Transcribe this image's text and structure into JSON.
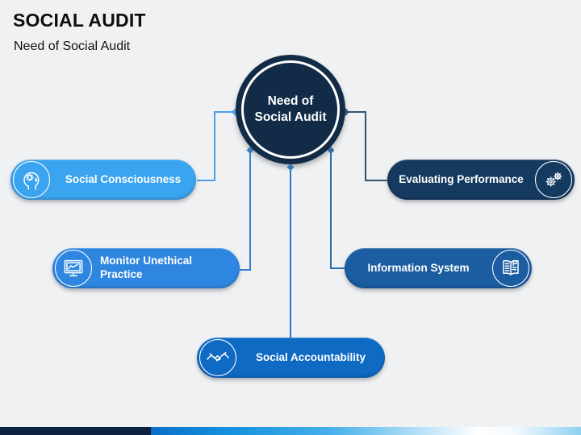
{
  "slide": {
    "title": "SOCIAL AUDIT",
    "subtitle": "Need of Social Audit"
  },
  "center": {
    "line1": "Need of",
    "line2": "Social Audit",
    "color": "#122c48"
  },
  "nodes": [
    {
      "id": "social-consciousness",
      "label": "Social Consciousness",
      "color": "#3aa4f0",
      "icon": "mind-gear-icon",
      "icon_side": "left"
    },
    {
      "id": "monitor-unethical-practice",
      "label": "Monitor Unethical Practice",
      "color": "#2f86e0",
      "icon": "monitor-chart-icon",
      "icon_side": "left"
    },
    {
      "id": "social-accountability",
      "label": "Social Accountability",
      "color": "#0f6ac4",
      "icon": "handshake-icon",
      "icon_side": "left"
    },
    {
      "id": "information-system",
      "label": "Information System",
      "color": "#1c5ca1",
      "icon": "open-book-icon",
      "icon_side": "right"
    },
    {
      "id": "evaluating-performance",
      "label": "Evaluating Performance",
      "color": "#153a60",
      "icon": "gears-icon",
      "icon_side": "right"
    }
  ],
  "connectors": {
    "left_color": "#4aa0e8",
    "right_color": "#32516f",
    "bottom_left_color": "#2f7fd0",
    "bottom_center_color": "#1f78cc",
    "bottom_right_color": "#2a6dae"
  },
  "footer": {
    "navy_color": "#0d2143",
    "gradient_start_color": "#0a6fc9",
    "gradient_end_color": "#8fd0f0"
  },
  "background_color": "#f0f1f2"
}
